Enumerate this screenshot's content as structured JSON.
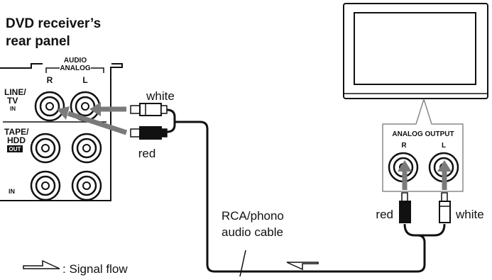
{
  "receiver": {
    "title_line1": "DVD receiver’s",
    "title_line2": "rear panel",
    "audio_label": "AUDIO",
    "analog_label": "ANALOG",
    "channel_r": "R",
    "channel_l": "L",
    "row_line_tv": "LINE/",
    "row_line_tv2": "TV",
    "row_line_tv_in": "IN",
    "row_tape": "TAPE/",
    "row_hdd": "HDD",
    "row_out": "OUT",
    "row_in": "IN"
  },
  "tv": {
    "analog_output_label": "ANALOG OUTPUT",
    "channel_r": "R",
    "channel_l": "L"
  },
  "cable": {
    "white_plug_label": "white",
    "red_plug_label": "red",
    "name_line1": "RCA/phono",
    "name_line2": "audio cable",
    "tv_red_label": "red",
    "tv_white_label": "white"
  },
  "legend": {
    "signal_flow_label": ": Signal flow"
  },
  "colors": {
    "ink": "#111111",
    "arrow_gray": "#7a7a7a",
    "panel_fill": "#ffffff"
  }
}
